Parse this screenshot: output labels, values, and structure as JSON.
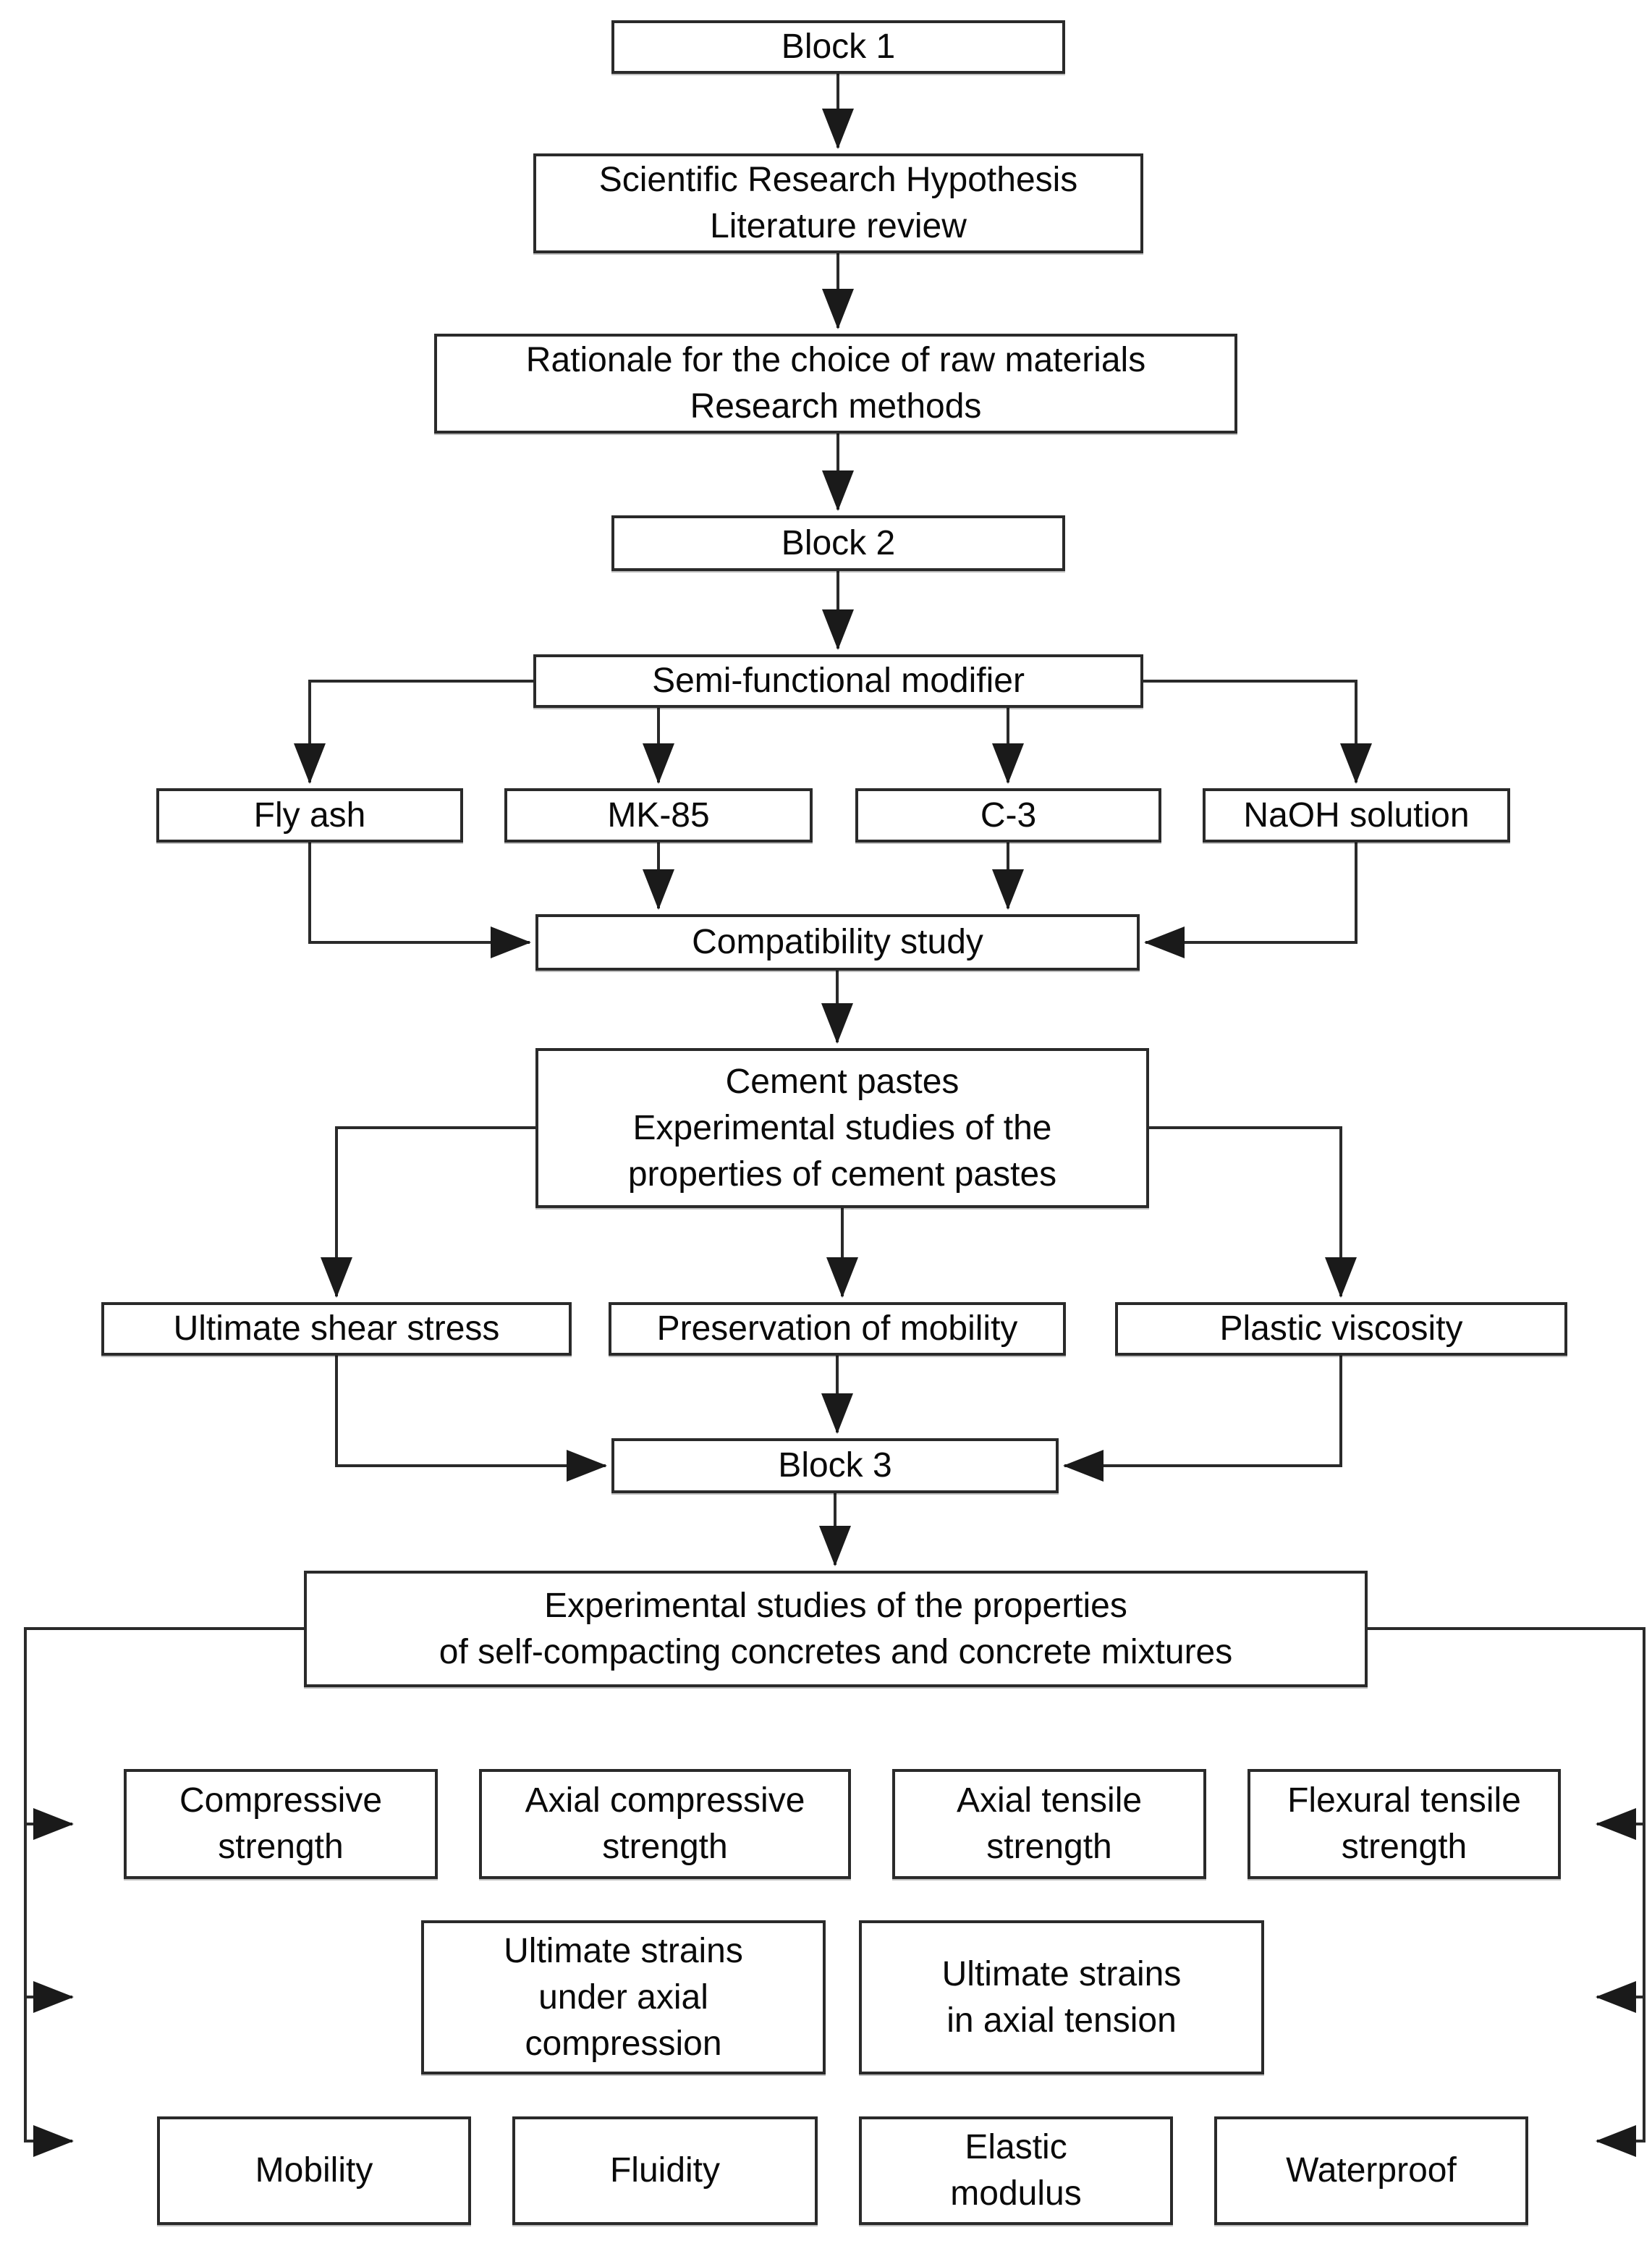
{
  "figure": {
    "type": "flowchart",
    "colors": {
      "background": "#ffffff",
      "line": "#2a2a2a",
      "box_fill": "#ffffff",
      "text": "#0a0a0a"
    },
    "nodes": {
      "block1": {
        "label": "Block 1"
      },
      "hypothesis": {
        "label": "Scientific Research Hypothesis\nLiterature review"
      },
      "rationale": {
        "label": "Rationale for the choice of raw materials\nResearch methods"
      },
      "block2": {
        "label": "Block 2"
      },
      "modifier": {
        "label": "Semi-functional modifier"
      },
      "fly_ash": {
        "label": "Fly ash"
      },
      "mk85": {
        "label": "MK-85"
      },
      "c3": {
        "label": "C-3"
      },
      "naoh": {
        "label": "NaOH solution"
      },
      "compatibility": {
        "label": "Compatibility study"
      },
      "cement_pastes": {
        "label": "Cement pastes\nExperimental studies of the\nproperties of cement pastes"
      },
      "shear_stress": {
        "label": "Ultimate shear stress"
      },
      "mobility_preservation": {
        "label": "Preservation of mobility"
      },
      "plastic_viscosity": {
        "label": "Plastic viscosity"
      },
      "block3": {
        "label": "Block 3"
      },
      "scc_studies": {
        "label": "Experimental studies of the properties\nof self-compacting concretes and concrete mixtures"
      },
      "compressive_strength": {
        "label": "Compressive\nstrength"
      },
      "axial_compressive_strength": {
        "label": "Axial compressive\nstrength"
      },
      "axial_tensile_strength": {
        "label": "Axial tensile\nstrength"
      },
      "flexural_tensile_strength": {
        "label": "Flexural tensile\nstrength"
      },
      "ultimate_strains_compression": {
        "label": "Ultimate strains\nunder axial\ncompression"
      },
      "ultimate_strains_tension": {
        "label": "Ultimate strains\nin axial tension"
      },
      "mobility": {
        "label": "Mobility"
      },
      "fluidity": {
        "label": "Fluidity"
      },
      "elastic_modulus": {
        "label": "Elastic\nmodulus"
      },
      "waterproof": {
        "label": "Waterproof"
      }
    }
  }
}
